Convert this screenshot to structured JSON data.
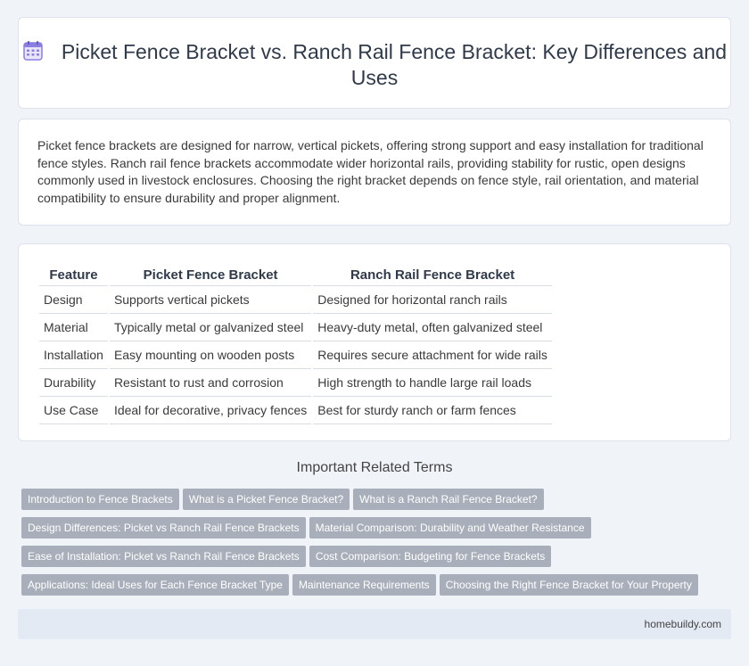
{
  "header": {
    "title": "Picket Fence Bracket vs. Ranch Rail Fence Bracket: Key Differences and Uses",
    "icon": "calendar-icon"
  },
  "intro": {
    "text": "Picket fence brackets are designed for narrow, vertical pickets, offering strong support and easy installation for traditional fence styles. Ranch rail fence brackets accommodate wider horizontal rails, providing stability for rustic, open designs commonly used in livestock enclosures. Choosing the right bracket depends on fence style, rail orientation, and material compatibility to ensure durability and proper alignment."
  },
  "table": {
    "headers": [
      "Feature",
      "Picket Fence Bracket",
      "Ranch Rail Fence Bracket"
    ],
    "rows": [
      [
        "Design",
        "Supports vertical pickets",
        "Designed for horizontal ranch rails"
      ],
      [
        "Material",
        "Typically metal or galvanized steel",
        "Heavy-duty metal, often galvanized steel"
      ],
      [
        "Installation",
        "Easy mounting on wooden posts",
        "Requires secure attachment for wide rails"
      ],
      [
        "Durability",
        "Resistant to rust and corrosion",
        "High strength to handle large rail loads"
      ],
      [
        "Use Case",
        "Ideal for decorative, privacy fences",
        "Best for sturdy ranch or farm fences"
      ]
    ]
  },
  "related": {
    "heading": "Important Related Terms",
    "tags": [
      "Introduction to Fence Brackets",
      "What is a Picket Fence Bracket?",
      "What is a Ranch Rail Fence Bracket?",
      "Design Differences: Picket vs Ranch Rail Fence Brackets",
      "Material Comparison: Durability and Weather Resistance",
      "Ease of Installation: Picket vs Ranch Rail Fence Brackets",
      "Cost Comparison: Budgeting for Fence Brackets",
      "Applications: Ideal Uses for Each Fence Bracket Type",
      "Maintenance Requirements",
      "Choosing the Right Fence Bracket for Your Property"
    ]
  },
  "footer": {
    "site": "homebuildy.com"
  },
  "colors": {
    "page_bg": "#f0f3f8",
    "tag_bg": "#a9afba",
    "footer_bg": "#e4eaf4",
    "icon_accent": "#8a7fe0"
  }
}
